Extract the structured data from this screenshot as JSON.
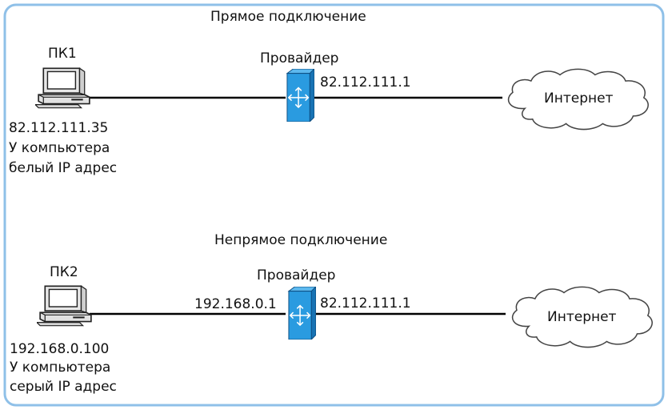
{
  "colors": {
    "frame_border": "#8fc0e8",
    "frame_fill": "#ffffff",
    "router_fill": "#2a9be0",
    "router_side": "#1873b4",
    "pc_body": "#e8e8e8",
    "pc_outline": "#222222",
    "link_line": "#000000"
  },
  "direct": {
    "title": "Прямое подключение",
    "pc": {
      "name": "ПК1",
      "ip": "82.112.111.35",
      "note_line1": "У компьютера",
      "note_line2": "белый IP адрес",
      "icon": "computer-icon"
    },
    "provider": {
      "name": "Провайдер",
      "wan_ip": "82.112.111.1",
      "icon": "router-icon"
    },
    "internet": {
      "label": "Интернет",
      "icon": "cloud-icon"
    }
  },
  "indirect": {
    "title": "Непрямое подключение",
    "pc": {
      "name": "ПК2",
      "ip": "192.168.0.100",
      "note_line1": "У компьютера",
      "note_line2": "серый IP адрес",
      "icon": "computer-icon"
    },
    "provider": {
      "name": "Провайдер",
      "lan_ip": "192.168.0.1",
      "wan_ip": "82.112.111.1",
      "icon": "router-icon"
    },
    "internet": {
      "label": "Интернет",
      "icon": "cloud-icon"
    }
  }
}
